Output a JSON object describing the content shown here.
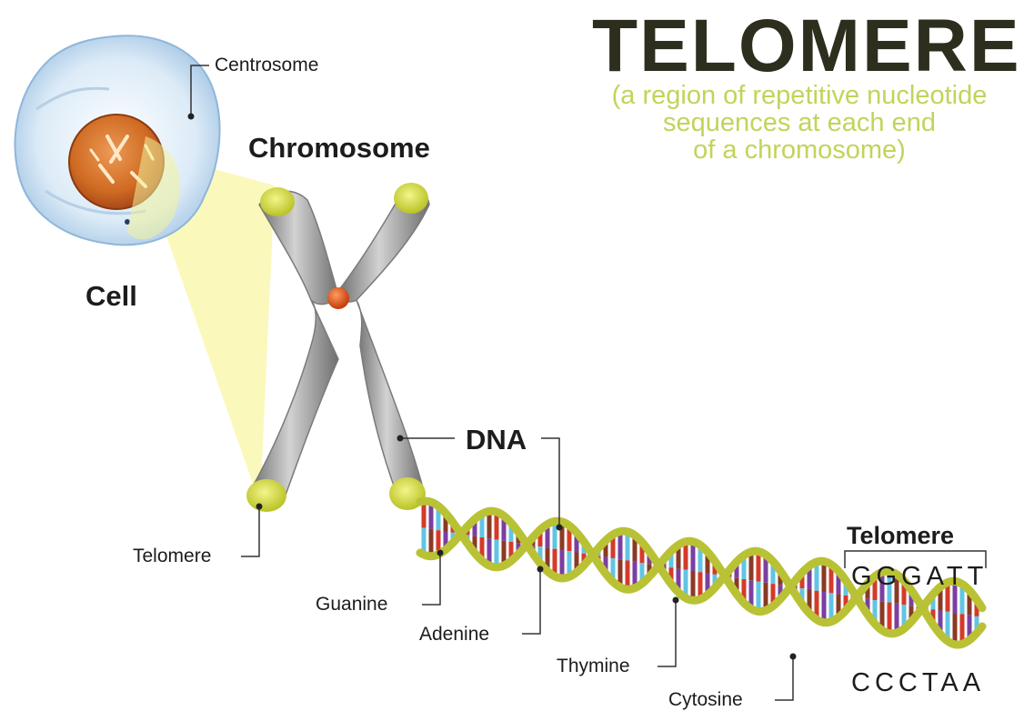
{
  "title": "TELOMERE",
  "subtitle": [
    "(a region of repetitive nucleotide",
    "sequences at each end",
    "of a chromosome)"
  ],
  "labels": {
    "centrosome": "Centrosome",
    "chromosome": "Chromosome",
    "cell": "Cell",
    "telomere_left": "Telomere",
    "dna": "DNA",
    "guanine": "Guanine",
    "adenine": "Adenine",
    "thymine": "Thymine",
    "cytosine": "Cytosine",
    "telomere_right": "Telomere"
  },
  "sequence": {
    "top": "GGGATT",
    "bottom": "CCCTAA"
  },
  "colors": {
    "telomere_cap": "#d7df3a",
    "callout": "#fbf7b5",
    "chromosome": "#9d9d9d",
    "centromere": "#e0551c",
    "nucleus": "#d2691e",
    "cell": "#c9dff2",
    "backbone": "#b9c234",
    "base_red": "#d43a2a",
    "base_purple": "#7a3fa0",
    "base_blue": "#62c4e3",
    "base_brown": "#8a3a24"
  }
}
